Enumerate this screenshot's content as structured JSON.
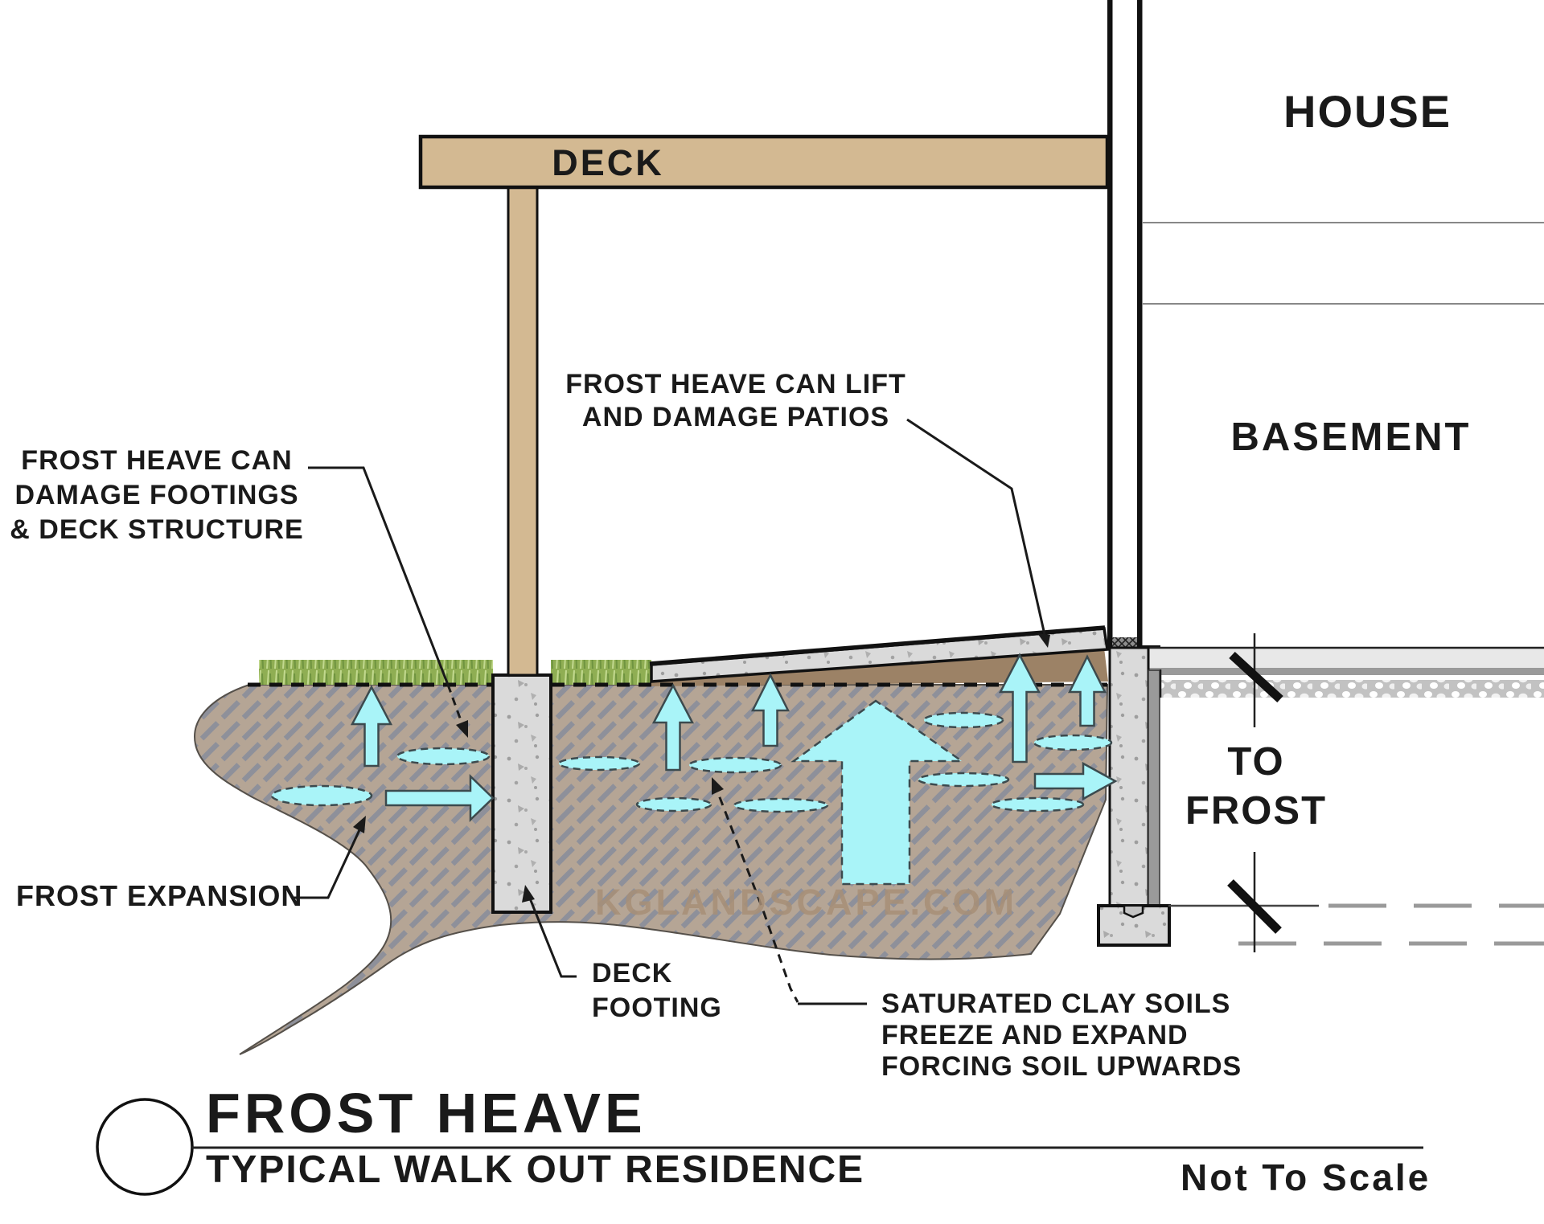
{
  "title_block": {
    "title": "FROST HEAVE",
    "subtitle": "TYPICAL WALK OUT RESIDENCE",
    "scale_note": "Not To Scale"
  },
  "labels": {
    "house": "HOUSE",
    "deck": "DECK",
    "basement": "BASEMENT",
    "to_frost_line1": "TO",
    "to_frost_line2": "FROST",
    "frost_expansion": "FROST EXPANSION",
    "watermark": "KGLANDSCAPE.COM"
  },
  "notes": {
    "patio": [
      "FROST HEAVE CAN LIFT",
      "AND DAMAGE PATIOS"
    ],
    "footings": [
      "FROST HEAVE CAN",
      "DAMAGE FOOTINGS",
      "& DECK STRUCTURE"
    ],
    "deck_footing": [
      "DECK",
      "FOOTING"
    ],
    "clay": [
      "SATURATED CLAY SOILS",
      "FREEZE AND EXPAND",
      "FORCING SOIL UPWARDS"
    ]
  },
  "colors": {
    "wood": "#D3B992",
    "concrete": "#DADADA",
    "soil": "#B5A595",
    "soil_hatch": "#8E909A",
    "dirt": "#9C8266",
    "ice": "#A9F4F8",
    "grass": "#8FAE53",
    "watermark": "#A78F77",
    "ink": "#1A1A1A"
  }
}
